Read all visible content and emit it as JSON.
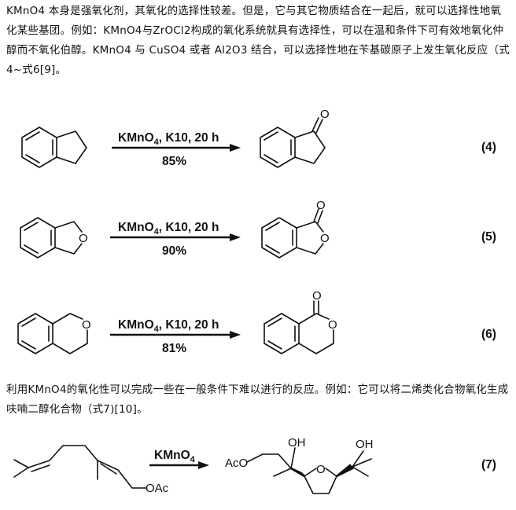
{
  "paragraph1": "KMnO4 本身是强氧化剂，其氧化的选择性较差。但是，它与其它物质结合在一起后，就可以选择性地氧化某些基团。例如：KMnO4与ZrOCl2构成的氧化系统就具有选择性，可以在温和条件下可有效地氧化仲醇而不氧化伯醇。KMnO4 与 CuSO4 或者 Al2O3 结合，可以选择性地在苄基碳原子上发生氧化反应（式4~式6[9]。",
  "paragraph2": "利用KMnO4的氧化性可以完成一些在一般条件下难以进行的反应。例如：它可以将二烯类化合物氧化生成呋喃二醇化合物（式7)[10]。",
  "reactions": [
    {
      "id": "4",
      "cond_main": "KMnO",
      "cond_sub": "4",
      "cond_rest": ", K10, 20 h",
      "yield": "85%",
      "label": "(4)"
    },
    {
      "id": "5",
      "cond_main": "KMnO",
      "cond_sub": "4",
      "cond_rest": ", K10, 20 h",
      "yield": "90%",
      "label": "(5)"
    },
    {
      "id": "6",
      "cond_main": "KMnO",
      "cond_sub": "4",
      "cond_rest": ", K10, 20 h",
      "yield": "81%",
      "label": "(6)"
    },
    {
      "id": "7",
      "cond_main": "KMnO",
      "cond_sub": "4",
      "label": "(7)"
    }
  ],
  "atoms": {
    "oxygen": "O",
    "hydroxyl": "OH",
    "acetoxy_left": "AcO",
    "acetoxy_right": "OAc"
  }
}
